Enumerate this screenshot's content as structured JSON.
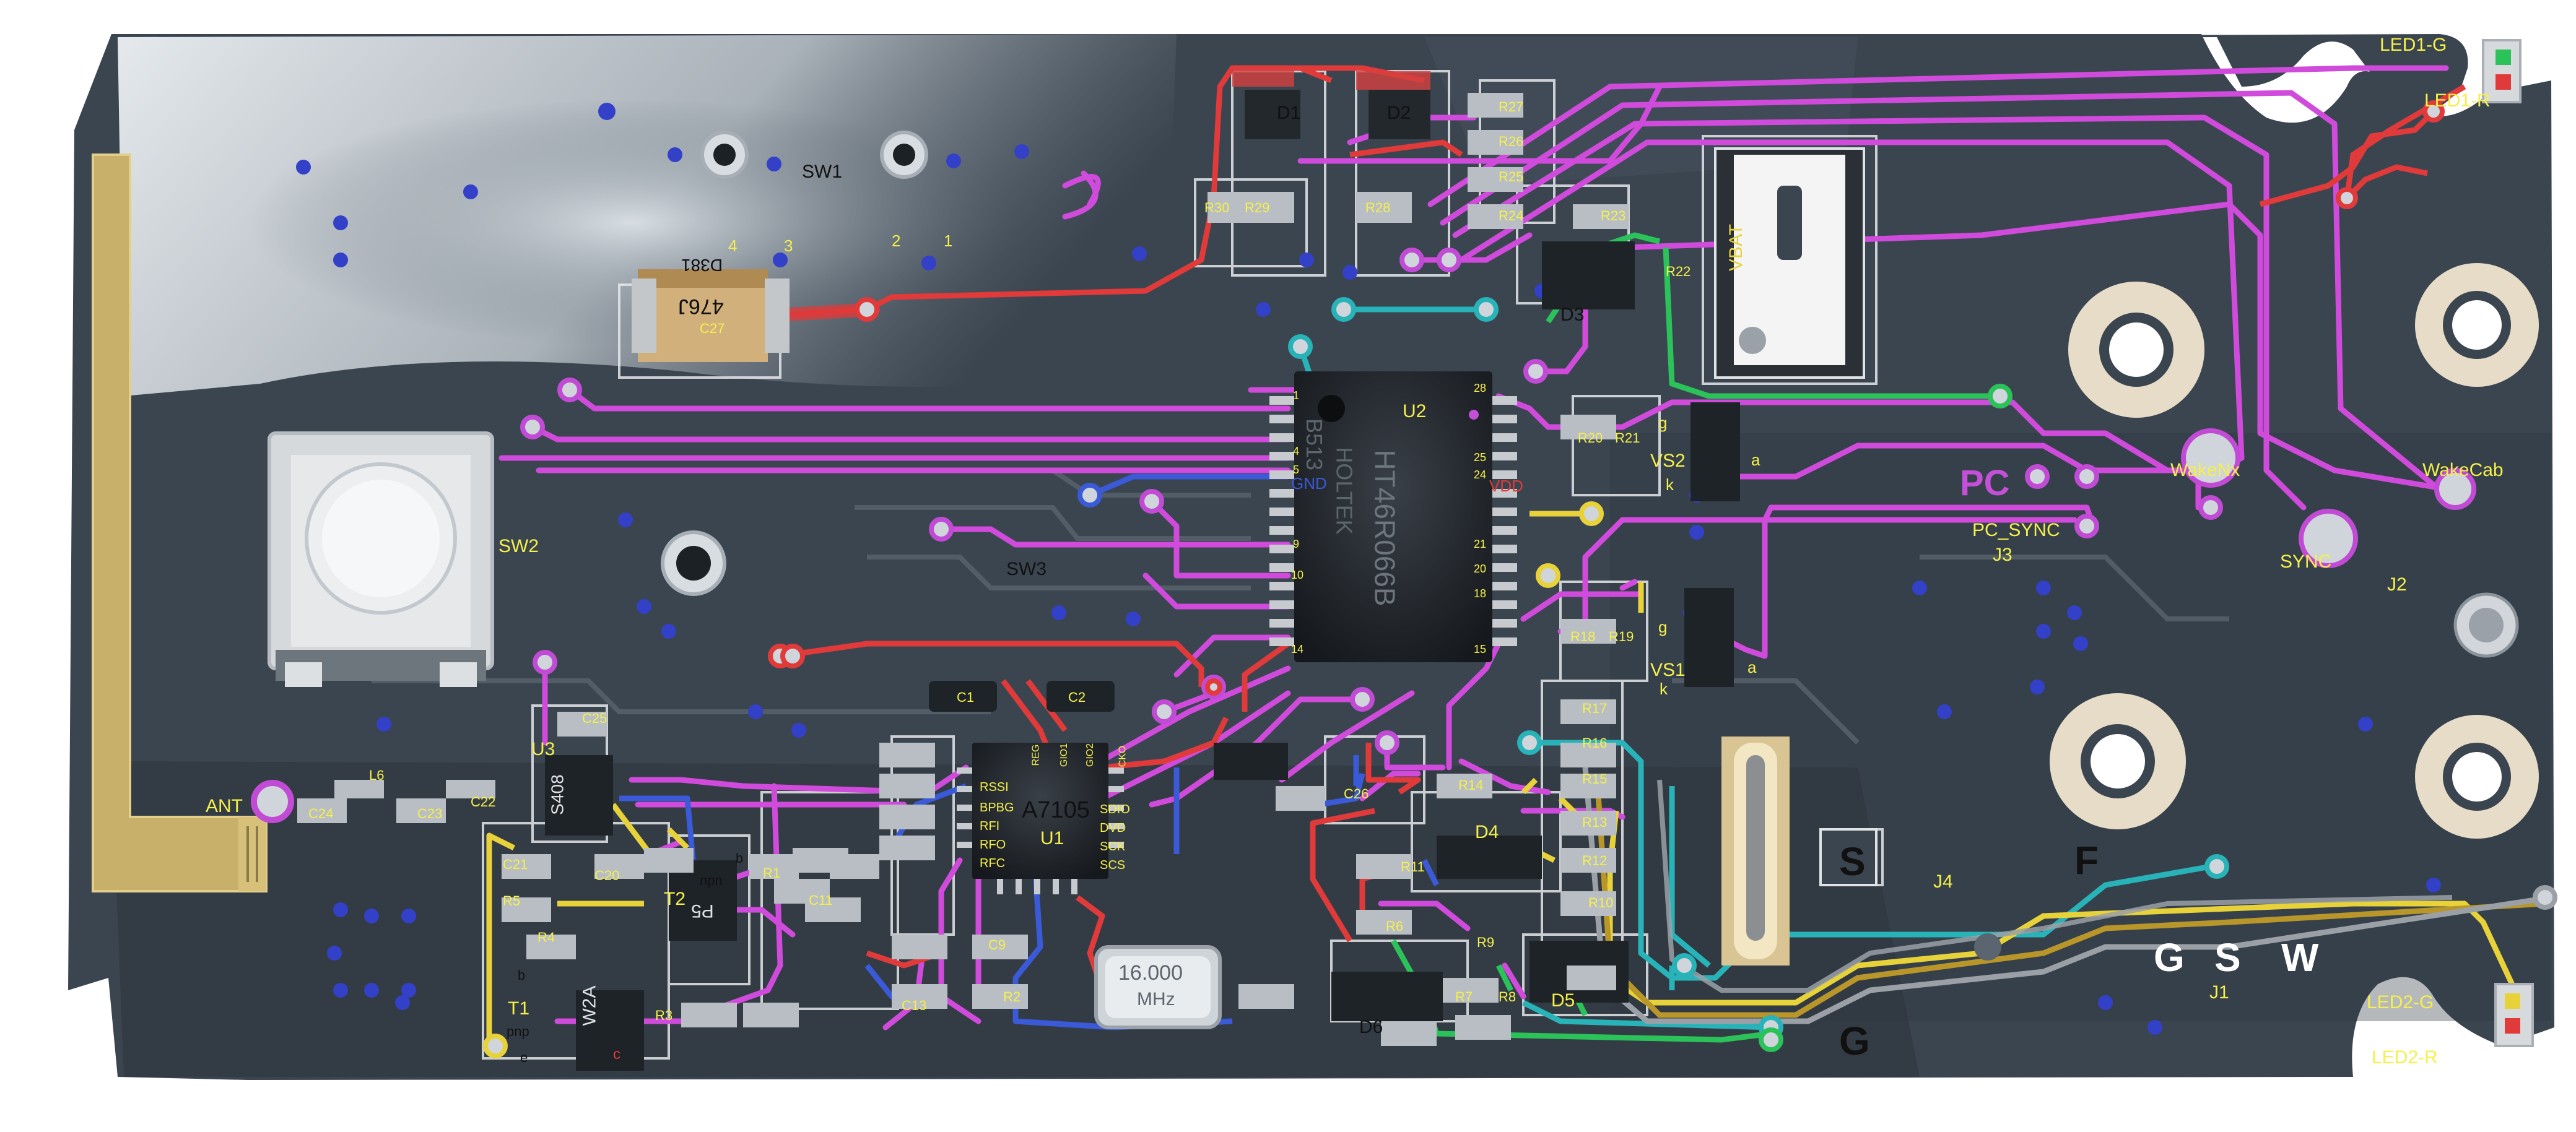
{
  "labels": {
    "sw1": "SW1",
    "sw2": "SW2",
    "sw3": "SW3",
    "d1": "D1",
    "d2": "D2",
    "d3": "D3",
    "d4": "D4",
    "d5": "D5",
    "d6": "D6",
    "u1": "U1",
    "u2": "U2",
    "u3": "U3",
    "vs1": "VS1",
    "vs2": "VS2",
    "t1": "T1",
    "t2": "T2",
    "j1": "J1",
    "j2": "J2",
    "j3": "J3",
    "j4": "J4",
    "c27": "C27",
    "c1": "C1",
    "c2": "C2",
    "c23": "C23",
    "c24": "C24",
    "c25": "C25",
    "c26": "C26",
    "c22": "C22",
    "c11": "C11",
    "c13": "C13",
    "c9": "C9",
    "c20": "C20",
    "c21": "C21",
    "r1": "R1",
    "r2": "R2",
    "r3": "R3",
    "r4": "R4",
    "r5": "R5",
    "r6": "R6",
    "r7": "R7",
    "r8": "R8",
    "r9": "R9",
    "r10": "R10",
    "r11": "R11",
    "r12": "R12",
    "r13": "R13",
    "r14": "R14",
    "r15": "R15",
    "r16": "R16",
    "r17": "R17",
    "r18": "R18",
    "r19": "R19",
    "r20": "R20",
    "r21": "R21",
    "r22": "R22",
    "r23": "R23",
    "r24": "R24",
    "r25": "R25",
    "r26": "R26",
    "r27": "R27",
    "r28": "R28",
    "r29": "R29",
    "r30": "R30",
    "l6": "L6",
    "led1g": "LED1-G",
    "led1r": "LED1-R",
    "led2g": "LED2-G",
    "led2r": "LED2-R",
    "ant": "ANT",
    "pc_sync": "PC_SYNC",
    "pc": "PC",
    "wakeup": "WakeNx",
    "wakecab": "WakeCab",
    "sync": "SYNC",
    "vbat": "VBAT",
    "gnd": "GND",
    "vdd": "VDD",
    "s": "S",
    "f": "F",
    "g": "G",
    "gsw_g": "G",
    "gsw_s": "S",
    "gsw_w": "W",
    "a7105": "A7105",
    "ht": "HT46R066B",
    "holtek": "HOLTEK",
    "chipcode": "B513",
    "s408": "S408",
    "w2a": "W2A",
    "pnp": "pnp",
    "npn": "npn",
    "p5": "P5",
    "c27val": "476J",
    "c27code": "D381",
    "xtal_a": "16.000",
    "xtal_b": "MHz",
    "sw1_n1": "1",
    "sw1_n2": "2",
    "sw1_n3": "3",
    "sw1_n4": "4",
    "pin_g1": "g",
    "pin_g2": "g",
    "pin_a1": "a",
    "pin_a2": "a",
    "pin_k1": "k",
    "pin_k2": "k",
    "pin_b": "b",
    "pin_e": "e",
    "pin_c": "c",
    "pin_b2": "b",
    "u1_rssi": "RSSI",
    "u1_bpbg": "BPBG",
    "u1_rfi": "RFI",
    "u1_rfo": "RFO",
    "u1_rfc": "RFC",
    "u1_sdio": "SDIO",
    "u1_dvd": "DVD",
    "u1_sck": "SCK",
    "u1_scs": "SCS",
    "u1_reg": "REG",
    "u1_gio1": "GIO1",
    "u1_gio2": "GIO2",
    "u1_cko": "CKO",
    "u2_p1": "1",
    "u2_p4": "4",
    "u2_p5": "5",
    "u2_p9": "9",
    "u2_p10": "10",
    "u2_p14": "14",
    "u2_p15": "15",
    "u2_p18": "18",
    "u2_p20": "20",
    "u2_p21": "21",
    "u2_p24": "24",
    "u2_p25": "25",
    "u2_p28": "28"
  },
  "colors": {
    "board": "#3b4550",
    "board_dark": "#2d343c",
    "silk": "#e6e8ea",
    "magenta": "#d04bdc",
    "red": "#e03a3a",
    "cyan": "#27b3b8",
    "green": "#2bc25a",
    "blue": "#3a5ad8",
    "yellow": "#e8d23a",
    "gold": "#b8962a",
    "gray": "#9aa0a6",
    "label_yellow": "#f5f04a",
    "via": "#3340c8",
    "pad": "#b9bec4",
    "hole": "#e7dcc7"
  },
  "icons": [
    "pushbutton-icon",
    "crystal-icon",
    "capacitor-icon",
    "via-icon",
    "mounting-hole-icon"
  ]
}
